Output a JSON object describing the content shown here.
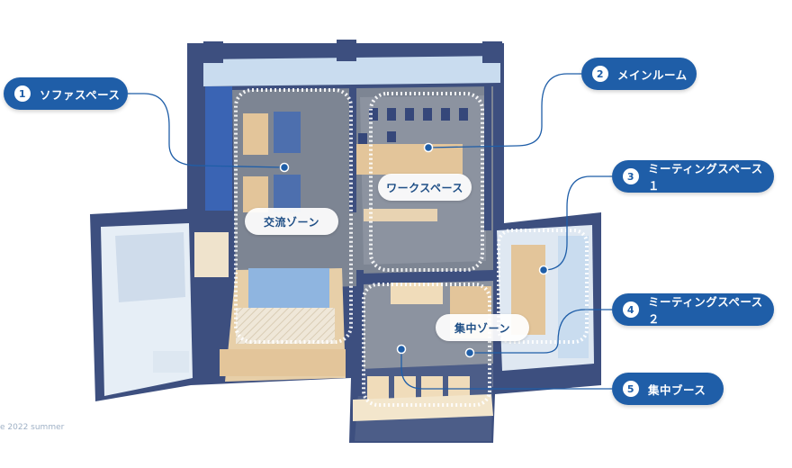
{
  "colors": {
    "accent": "#1f5ea8",
    "wall": "#3d4f7f",
    "floor_dark": "#7d8593",
    "floor_wood": "#e7cfa8",
    "glass": "#c9dcef",
    "dotted_route": "#ffffff"
  },
  "callouts": [
    {
      "num": "1",
      "label": "ソファスペース"
    },
    {
      "num": "2",
      "label": "メインルーム"
    },
    {
      "num": "3",
      "label": "ミーティングスペース１"
    },
    {
      "num": "4",
      "label": "ミーティングスペース２"
    },
    {
      "num": "5",
      "label": "集中ブース"
    }
  ],
  "zones": {
    "kouryu": "交流ゾーン",
    "work": "ワークスペース",
    "shuchu": "集中ゾーン"
  },
  "caption": "e 2022 summer"
}
